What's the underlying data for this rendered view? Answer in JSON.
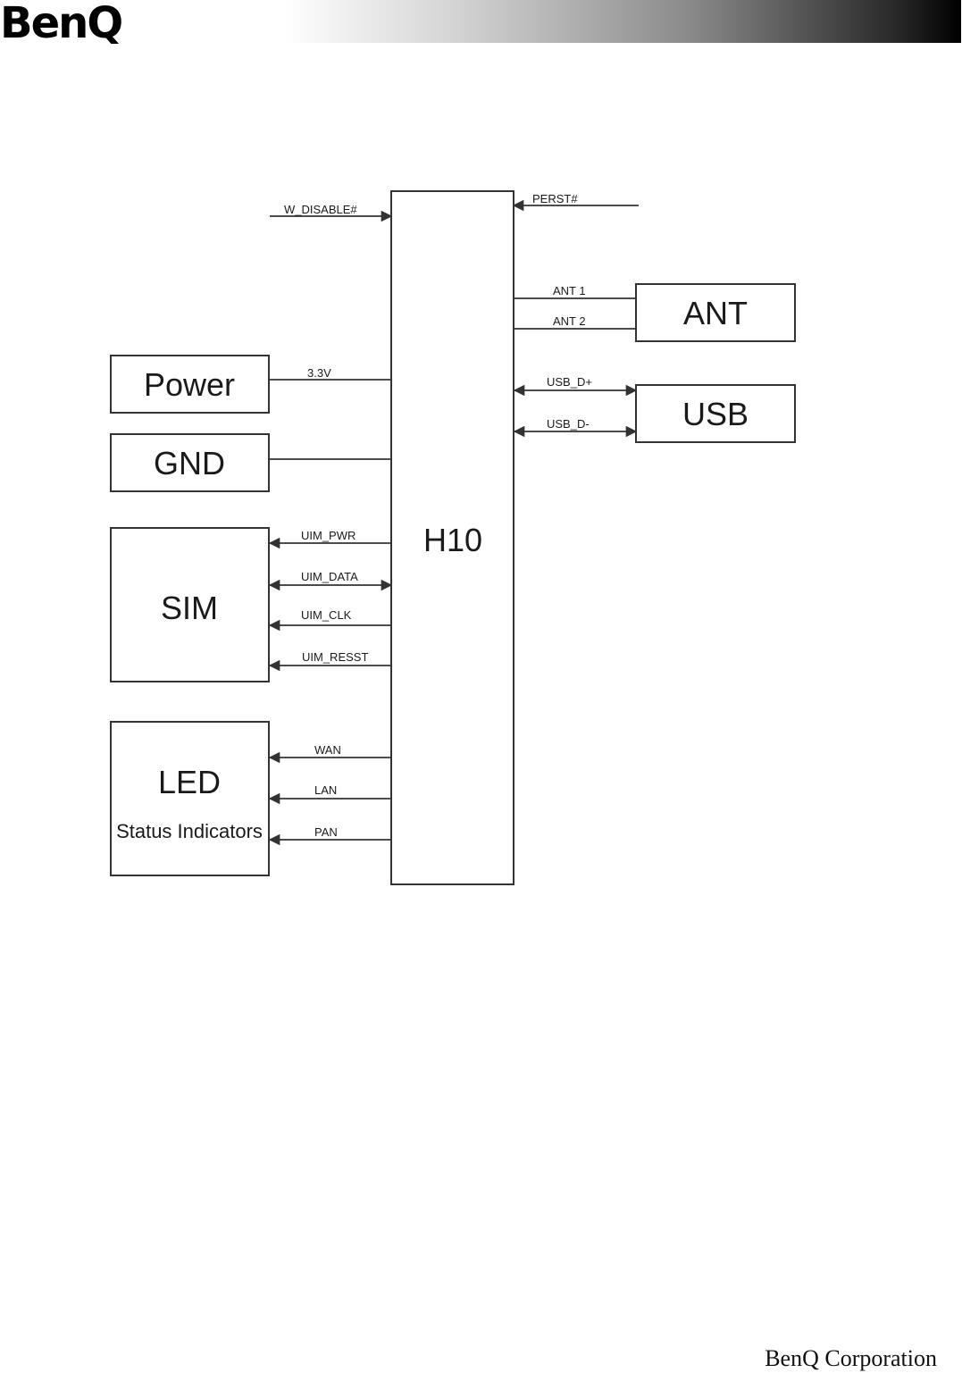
{
  "header": {
    "logo_text": "BenQ"
  },
  "diagram": {
    "blocks": {
      "main": "H10",
      "ant": "ANT",
      "usb": "USB",
      "power": "Power",
      "gnd": "GND",
      "sim": "SIM",
      "led": "LED",
      "led_sub": "Status Indicators"
    },
    "signals": {
      "w_disable": "W_DISABLE#",
      "perst": "PERST#",
      "ant1": "ANT 1",
      "ant2": "ANT 2",
      "usb_dp": "USB_D+",
      "usb_dm": "USB_D-",
      "v33": "3.3V",
      "uim_pwr": "UIM_PWR",
      "uim_data": "UIM_DATA",
      "uim_clk": "UIM_CLK",
      "uim_resst": "UIM_RESST",
      "wan": "WAN",
      "lan": "LAN",
      "pan": "PAN"
    }
  },
  "footer": {
    "company": "BenQ Corporation"
  }
}
